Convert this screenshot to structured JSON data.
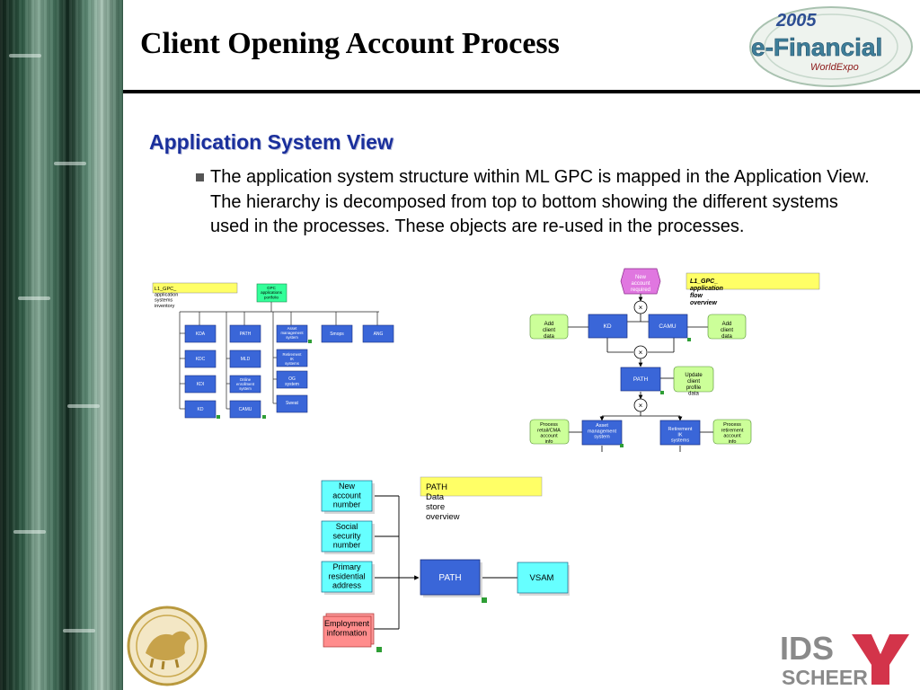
{
  "slide": {
    "title": "Client Opening Account Process",
    "subtitle": "Application System View",
    "bullet_text": "The application system structure within ML GPC is mapped in the Application View. The hierarchy is decomposed from top to bottom showing the different systems used in the processes. These objects are re-used in the processes."
  },
  "logos": {
    "efinancial": {
      "year": "2005",
      "name": "e-Financial",
      "sub": "WorldExpo"
    },
    "ids": {
      "line1": "IDS",
      "line2": "SCHEER"
    }
  },
  "diagram_inventory": {
    "note": "L1_GPC_ application systems inventory",
    "root": "GPC applications portfolio",
    "row1": [
      "KDA",
      "PATH",
      "Asset management system",
      "Smops",
      "ANG"
    ],
    "col_kda": [
      "KDC",
      "KDI",
      "KD"
    ],
    "col_path": [
      "MLD",
      "Online enrollment system",
      "CAMU"
    ],
    "col_asset": [
      "Retirement IK systems",
      "OG system",
      "Sweat"
    ]
  },
  "diagram_flow": {
    "note": "L1_GPC_ application flow overview",
    "event_start": "New account required",
    "kd": "KD",
    "camu": "CAMU",
    "add_left": "Add client data",
    "add_right": "Add client data",
    "path": "PATH",
    "update": "Update client profile data",
    "asset": "Asset management system",
    "retire": "Retirement IK systems",
    "proc_left": "Process retail/CMA account info",
    "proc_right": "Process retirement account info"
  },
  "diagram_datastore": {
    "note": "PATH Data store overview",
    "inputs": [
      "New account number",
      "Social security number",
      "Primary residential address",
      "Employment information"
    ],
    "path": "PATH",
    "vsam": "VSAM"
  },
  "colors": {
    "title_blue": "#1a2f9c",
    "app_blue": "#3a66d8",
    "fn_green": "#ccff99",
    "data_cyan": "#66ffff",
    "note_yellow": "#ffff66",
    "ids_red": "#d3344a"
  }
}
